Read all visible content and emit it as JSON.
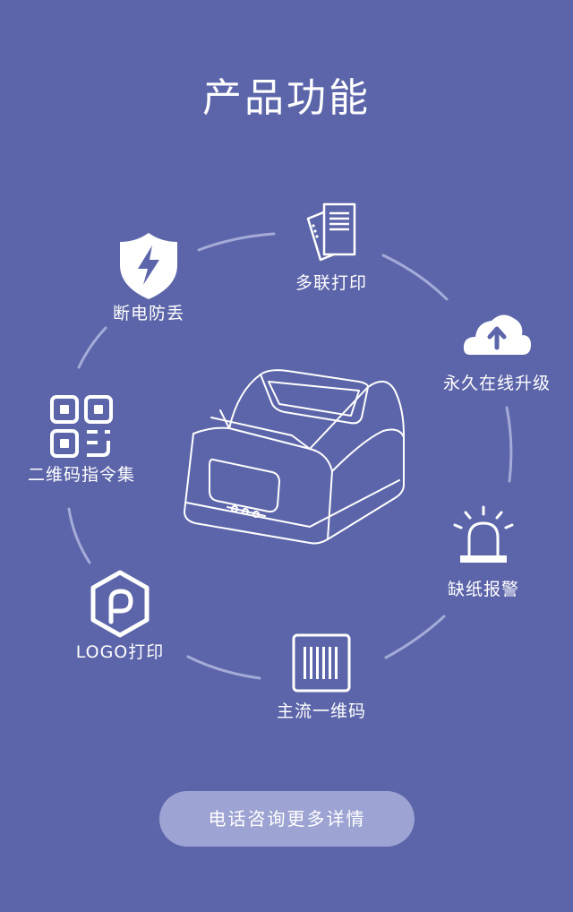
{
  "page": {
    "title": "产品功能"
  },
  "features": [
    {
      "key": "multi-copy",
      "label": "多联打印",
      "icon": "paper-stack-icon"
    },
    {
      "key": "upgrade",
      "label": "永久在线升级",
      "icon": "cloud-upload-icon"
    },
    {
      "key": "paper-alarm",
      "label": "缺纸报警",
      "icon": "alarm-light-icon"
    },
    {
      "key": "barcode",
      "label": "主流一维码",
      "icon": "barcode-icon"
    },
    {
      "key": "logo",
      "label": "LOGO打印",
      "icon": "logo-hexagon-icon"
    },
    {
      "key": "qrcode",
      "label": "二维码指令集",
      "icon": "qr-code-icon"
    },
    {
      "key": "power-protect",
      "label": "断电防丢",
      "icon": "shield-bolt-icon"
    }
  ],
  "cta": {
    "label": "电话咨询更多详情"
  },
  "colors": {
    "background": "#5c65a9",
    "button": "#9da3d2",
    "foreground": "#ffffff"
  }
}
